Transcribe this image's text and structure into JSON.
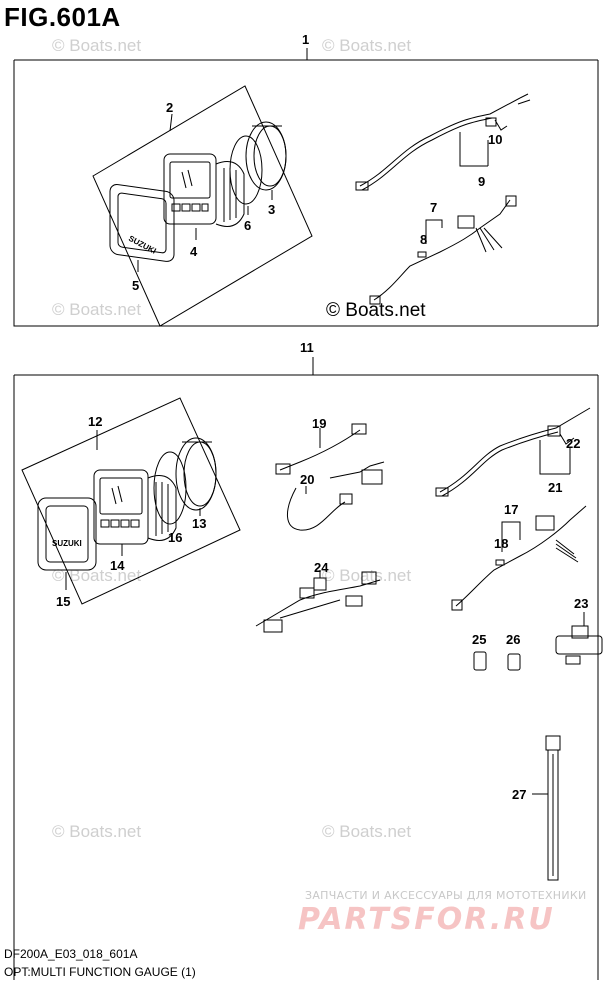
{
  "figure_title": "FIG.601A",
  "caption_model": "DF200A_E03_018_601A",
  "caption_title": "OPT:MULTI FUNCTION GAUGE (1)",
  "watermark": "© Boats.net",
  "watermark_main": "© Boats.net",
  "footer_ru_text": "ЗАПЧАСТИ И АКСЕССУАРЫ ДЛЯ МОТОТЕХНИКИ",
  "footer_ru_logo": "PARTSFOR.RU",
  "brand_label": "SUZUKI",
  "part_numbers": [
    "1",
    "2",
    "3",
    "4",
    "5",
    "6",
    "7",
    "8",
    "9",
    "10",
    "11",
    "12",
    "13",
    "14",
    "15",
    "16",
    "17",
    "18",
    "19",
    "20",
    "21",
    "22",
    "23",
    "24",
    "25",
    "26",
    "27"
  ]
}
